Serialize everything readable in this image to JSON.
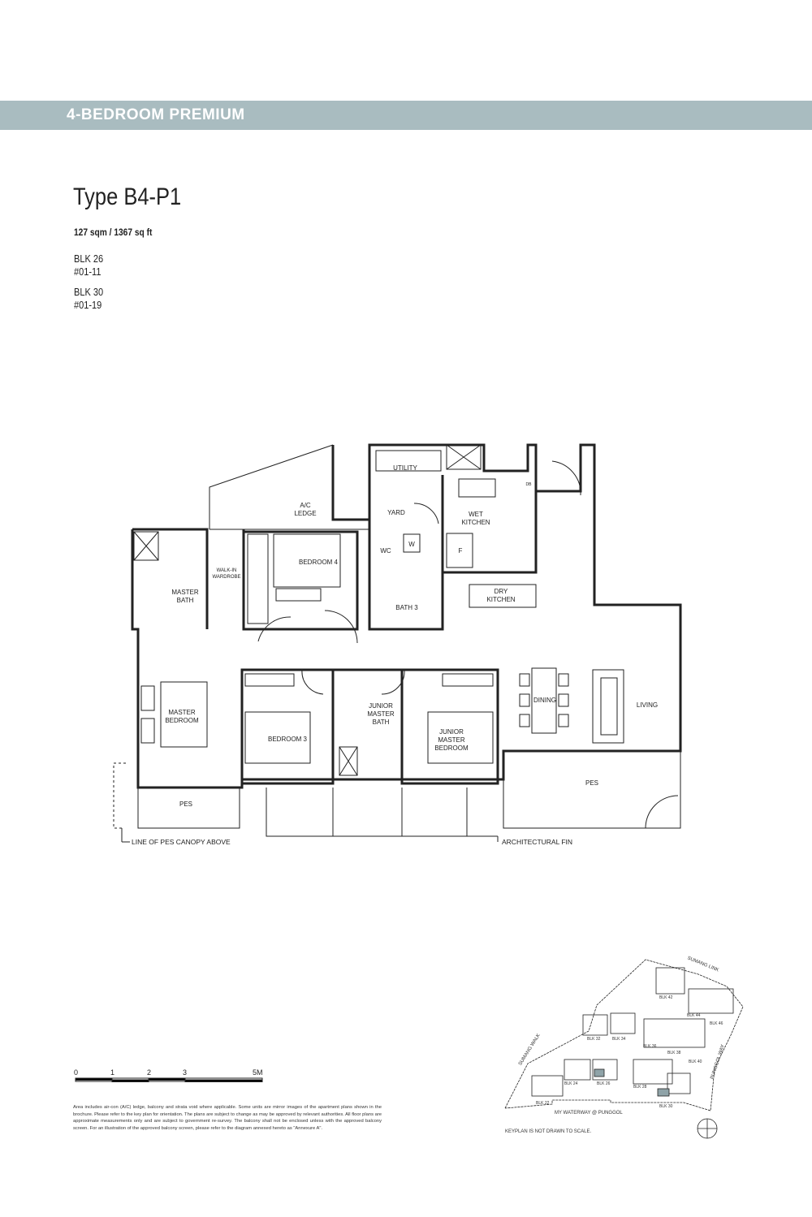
{
  "header": {
    "category": "4-BEDROOM PREMIUM"
  },
  "unit_type": {
    "title": "Type B4-P1",
    "area": "127 sqm / 1367 sq ft",
    "units": [
      {
        "block": "BLK 26",
        "unit": "#01-11"
      },
      {
        "block": "BLK 30",
        "unit": "#01-19"
      }
    ]
  },
  "floorplan": {
    "rooms": [
      "UTILITY",
      "A/C\nLEDGE",
      "YARD",
      "WET\nKITCHEN",
      "WC",
      "W",
      "F",
      "BEDROOM 4",
      "WALK-IN\nWARDROBE",
      "MASTER\nBATH",
      "BATH 3",
      "DRY\nKITCHEN",
      "MASTER\nBEDROOM",
      "BEDROOM 3",
      "JUNIOR\nMASTER\nBATH",
      "JUNIOR\nMASTER\nBEDROOM",
      "DINING",
      "LIVING",
      "PES",
      "PES",
      "DB"
    ],
    "annotations": {
      "pes_canopy": "LINE OF PES CANOPY ABOVE",
      "fin": "ARCHITECTURAL FIN"
    }
  },
  "scale_bar": {
    "labels": [
      "0",
      "1",
      "2",
      "3",
      "5M"
    ]
  },
  "disclaimer": "Area includes air-con (A/C) ledge, balcony and strata void where applicable. Some units are mirror images of the apartment plans shown in the brochure. Please refer to the key plan for orientation. The plans are subject to change as may be approved by relevant authorities. All floor plans are approximate measurements only and are subject to government re-survey. The balcony shall not be enclosed unless with the approved balcony screen. For an illustration of the approved balcony screen, please refer to the diagram annexed hereto as \"Annexure A\".",
  "keyplan": {
    "roads": [
      "SUMANG LINK",
      "SUMANG WALK",
      "PUNGGOL WAY",
      "MY WATERWAY @ PUNGGOL"
    ],
    "blocks": [
      "BLK 22",
      "BLK 24",
      "BLK 26",
      "BLK 28",
      "BLK 30",
      "BLK 32",
      "BLK 34",
      "BLK 36",
      "BLK 38",
      "BLK 40",
      "BLK 42",
      "BLK 44",
      "BLK 46"
    ],
    "note": "KEYPLAN IS NOT DRAWN TO SCALE.",
    "highlight_color": "#8fa3a8"
  },
  "colors": {
    "banner": "#a9bcc0"
  }
}
